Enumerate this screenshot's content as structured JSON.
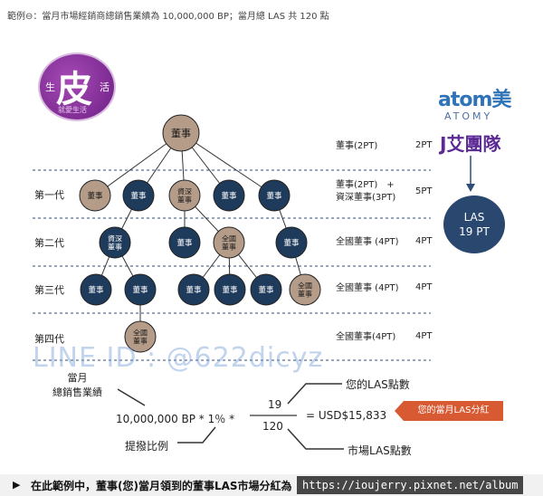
{
  "caption": "範例⊖：當月市場經銷商總銷售業績為 10,000,000 BP；當月總 LAS 共 120 點",
  "logo": {
    "main": "皮",
    "left": "生",
    "right": "活",
    "sub": "就愛生活"
  },
  "brand": {
    "atomy": "atom美",
    "atomy_sub": "ATOMY",
    "team": "J艾團隊"
  },
  "las_total": {
    "line1": "LAS",
    "line2": "19 PT"
  },
  "colors": {
    "navy": "#1f3b5c",
    "tan": "#b49c89",
    "dash": "#2c4c7a",
    "badge": "#d85a33"
  },
  "top_node": "董事",
  "generations": [
    {
      "label": "",
      "role": "董事(2PT)",
      "pt": "2PT"
    },
    {
      "label": "第一代",
      "role": "董事(2PT) ＋ 資深董事(3PT)",
      "role_lines": [
        "董事(2PT)　+",
        "資深董事(3PT)"
      ],
      "pt": "5PT"
    },
    {
      "label": "第二代",
      "role": "全國董事 (4PT)",
      "pt": "4PT"
    },
    {
      "label": "第三代",
      "role": "全國董事 (4PT)",
      "pt": "4PT"
    },
    {
      "label": "第四代",
      "role": "全國董事(4PT)",
      "pt": "4PT"
    }
  ],
  "nodes": {
    "gen1": [
      {
        "label": "董事",
        "kind": "tan"
      },
      {
        "label": "董事",
        "kind": "navy"
      },
      {
        "label": "資深\n董事",
        "kind": "tan"
      },
      {
        "label": "董事",
        "kind": "navy"
      },
      {
        "label": "董事",
        "kind": "navy"
      }
    ],
    "gen2": [
      {
        "label": "資深\n董事",
        "kind": "navy"
      },
      {
        "label": "董事",
        "kind": "navy"
      },
      {
        "label": "全國\n董事",
        "kind": "tan"
      },
      {
        "label": "董事",
        "kind": "navy"
      }
    ],
    "gen3": [
      {
        "label": "董事",
        "kind": "navy"
      },
      {
        "label": "董事",
        "kind": "navy"
      },
      {
        "label": "董事",
        "kind": "navy"
      },
      {
        "label": "董事",
        "kind": "navy"
      },
      {
        "label": "董事",
        "kind": "navy"
      },
      {
        "label": "全國\n董事",
        "kind": "tan"
      }
    ],
    "gen4": [
      {
        "label": "全國\n董事",
        "kind": "tan"
      }
    ]
  },
  "watermark": "LINE ID : @622dicyz",
  "formula": {
    "monthly_sales_label": "當月\n總銷售業績",
    "expression": "10,000,000 BP * 1％ *",
    "ratio_label": "提撥比例",
    "numerator": "19",
    "denominator": "120",
    "result": "= USD$15,833",
    "your_las_label": "您的LAS點數",
    "market_las_label": "市場LAS點數",
    "badge": "您的當月LAS分紅"
  },
  "bottom": {
    "text": "在此範例中，董事(您)當月領到的董事LAS市場分紅為",
    "url": "https://ioujerry.pixnet.net/album"
  }
}
